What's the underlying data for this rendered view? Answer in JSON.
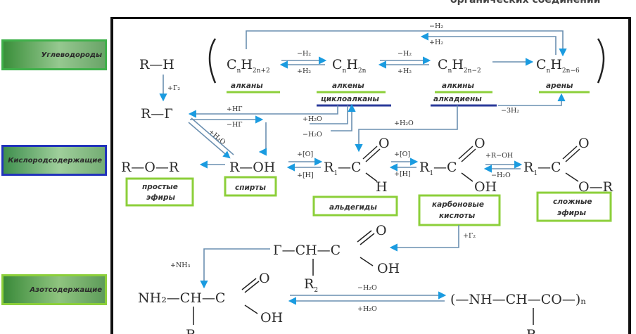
{
  "header": {
    "title": "органических соединений"
  },
  "categories": {
    "hydrocarbons": "Углеводороды",
    "oxygen": "Кислородсодержащие",
    "nitrogen": "Азотсодержащие"
  },
  "hydrocarbons": {
    "rh": "R—H",
    "alkane_label": "алканы",
    "alkene_label": "алкены",
    "cycloalkane_label": "циклоалканы",
    "alkyne_label": "алкины",
    "alkadiene_label": "алкадиены",
    "arene_label": "арены"
  },
  "reagents": {
    "minus_h2": "−H₂",
    "plus_h2": "+H₂",
    "minus_3h2": "−3H₂",
    "plus_g2": "+Г₂",
    "plus_hg": "+НГ",
    "minus_hg": "−НГ",
    "plus_h2o": "+H₂O",
    "minus_h2o": "−H₂O",
    "plus_o": "+[O]",
    "plus_h": "+[H]",
    "plus_roh": "+R−OH",
    "plus_nh3": "+NH₃"
  },
  "oxygen": {
    "ether_formula": "R—O—R",
    "alcohol_formula": "R—OH",
    "ether_label_line1": "простые",
    "ether_label_line2": "эфиры",
    "alcohol_label": "спирты",
    "aldehyde_label": "альдегиды",
    "acid_label_line1": "карбоновые",
    "acid_label_line2": "кислоты",
    "ester_label_line1": "сложные",
    "ester_label_line2": "эфиры"
  },
  "nitrogen": {
    "halo_acid": "Г—CH—C",
    "amino_acid": "NH₂—CH—C",
    "polymer": "(—NH—CH—CO—)ₙ"
  },
  "colors": {
    "arrow": "#6a8fb0",
    "arrow_head": "#1a9be0",
    "hydro_green": "#3fb04a",
    "label_green": "#8ccf3a",
    "oxy_blue": "#2233bb",
    "underline_blue": "#2a3a9a"
  }
}
